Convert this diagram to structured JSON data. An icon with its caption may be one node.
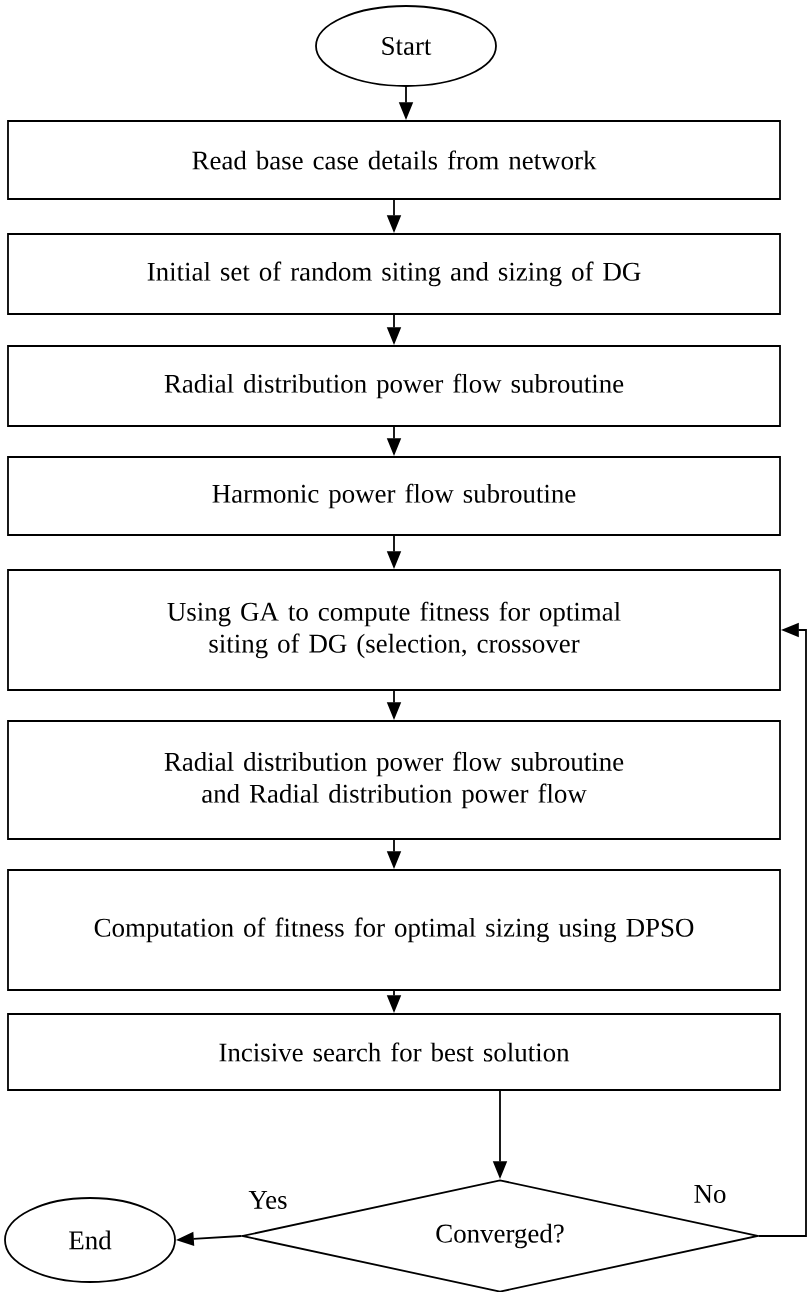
{
  "diagram": {
    "nodes": [
      {
        "text": [
          "Start"
        ]
      },
      {
        "text": [
          "Read base case details from network"
        ]
      },
      {
        "text": [
          "Initial set of random siting and sizing of DG"
        ]
      },
      {
        "text": [
          "Radial distribution power flow subroutine"
        ]
      },
      {
        "text": [
          "Harmonic power flow subroutine"
        ]
      },
      {
        "text": [
          "Using GA to compute fitness for optimal siting of DG (selection, crossover"
        ]
      },
      {
        "text": [
          "Radial distribution power flow subroutine and Radial distribution power flow"
        ]
      },
      {
        "text": [
          "Computation of fitness for optimal sizing using DPSO"
        ]
      },
      {
        "text": [
          "Incisive search for best solution"
        ]
      },
      {
        "text": [
          "Converged?"
        ]
      },
      {
        "text": [
          "End"
        ]
      }
    ],
    "edges": [
      {
        "from": 0,
        "to": 1,
        "arrow": "to"
      },
      {
        "from": 1,
        "to": 2,
        "arrow": "to"
      },
      {
        "from": 2,
        "to": 3,
        "arrow": "to"
      },
      {
        "from": 3,
        "to": 4,
        "arrow": "to"
      },
      {
        "from": 4,
        "to": 5,
        "arrow": "to"
      },
      {
        "from": 5,
        "to": 6,
        "arrow": "to"
      },
      {
        "from": 6,
        "to": 7,
        "arrow": "to"
      },
      {
        "from": 7,
        "to": 8,
        "arrow": "to"
      },
      {
        "from": 8,
        "to": 9,
        "arrow": "to"
      },
      {
        "from": 9,
        "to": 10,
        "label": "Yes",
        "arrow": "to"
      },
      {
        "from": 9,
        "to": 5,
        "label": "No",
        "arrow": "to"
      }
    ]
  }
}
